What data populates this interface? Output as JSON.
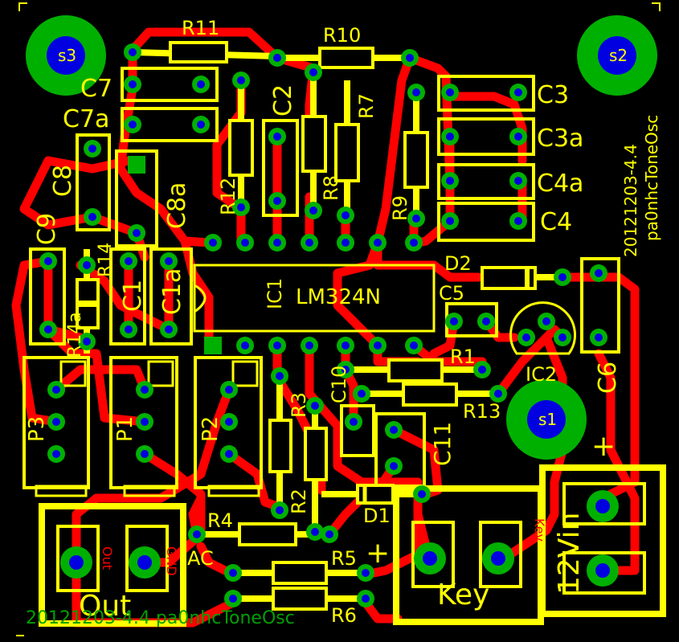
{
  "colors": {
    "background": "#000000",
    "trace": "#ff0000",
    "silk": "#ffff00",
    "pad": "#00b000",
    "drill": "#0000e0",
    "copper_text": "#ff0000",
    "bottom_text": "#00a000"
  },
  "labels": {
    "R11": "R11",
    "R10": "R10",
    "C7": "C7",
    "C7a": "C7a",
    "C2": "C2",
    "R7": "R7",
    "R8": "R8",
    "R12": "R12",
    "R9": "R9",
    "C3": "C3",
    "C3a": "C3a",
    "C4a": "C4a",
    "C4": "C4",
    "C8": "C8",
    "C8a": "C8a",
    "C9": "C9",
    "R14": "R14",
    "R14a": "R14a",
    "C1": "C1",
    "C1a": "C1a",
    "IC1": "IC1",
    "LM324N": "LM324N",
    "D2": "D2",
    "C5": "C5",
    "IC2": "IC2",
    "C6": "C6",
    "R1": "R1",
    "R13": "R13",
    "C10": "C10",
    "C11": "C11",
    "R3": "R3",
    "R2": "R2",
    "D1": "D1",
    "P3": "P3",
    "P1": "P1",
    "P2": "P2",
    "R4": "R4",
    "R5": "R5",
    "R6": "R6",
    "AC": "AC",
    "Out": "Out",
    "Key": "Key",
    "plus_left": "+",
    "plus_right": "+",
    "s1": "s1",
    "s2": "s2",
    "s3": "s3",
    "vin": "12Vin",
    "gnd_copper": "GND",
    "out_copper": "Out",
    "key_copper": "Key",
    "side_date": "20121203-4.4",
    "side_name": "pa0nhcToneOsc",
    "bottom_text": "20121203-4.4 pa0nhcToneOsc"
  }
}
